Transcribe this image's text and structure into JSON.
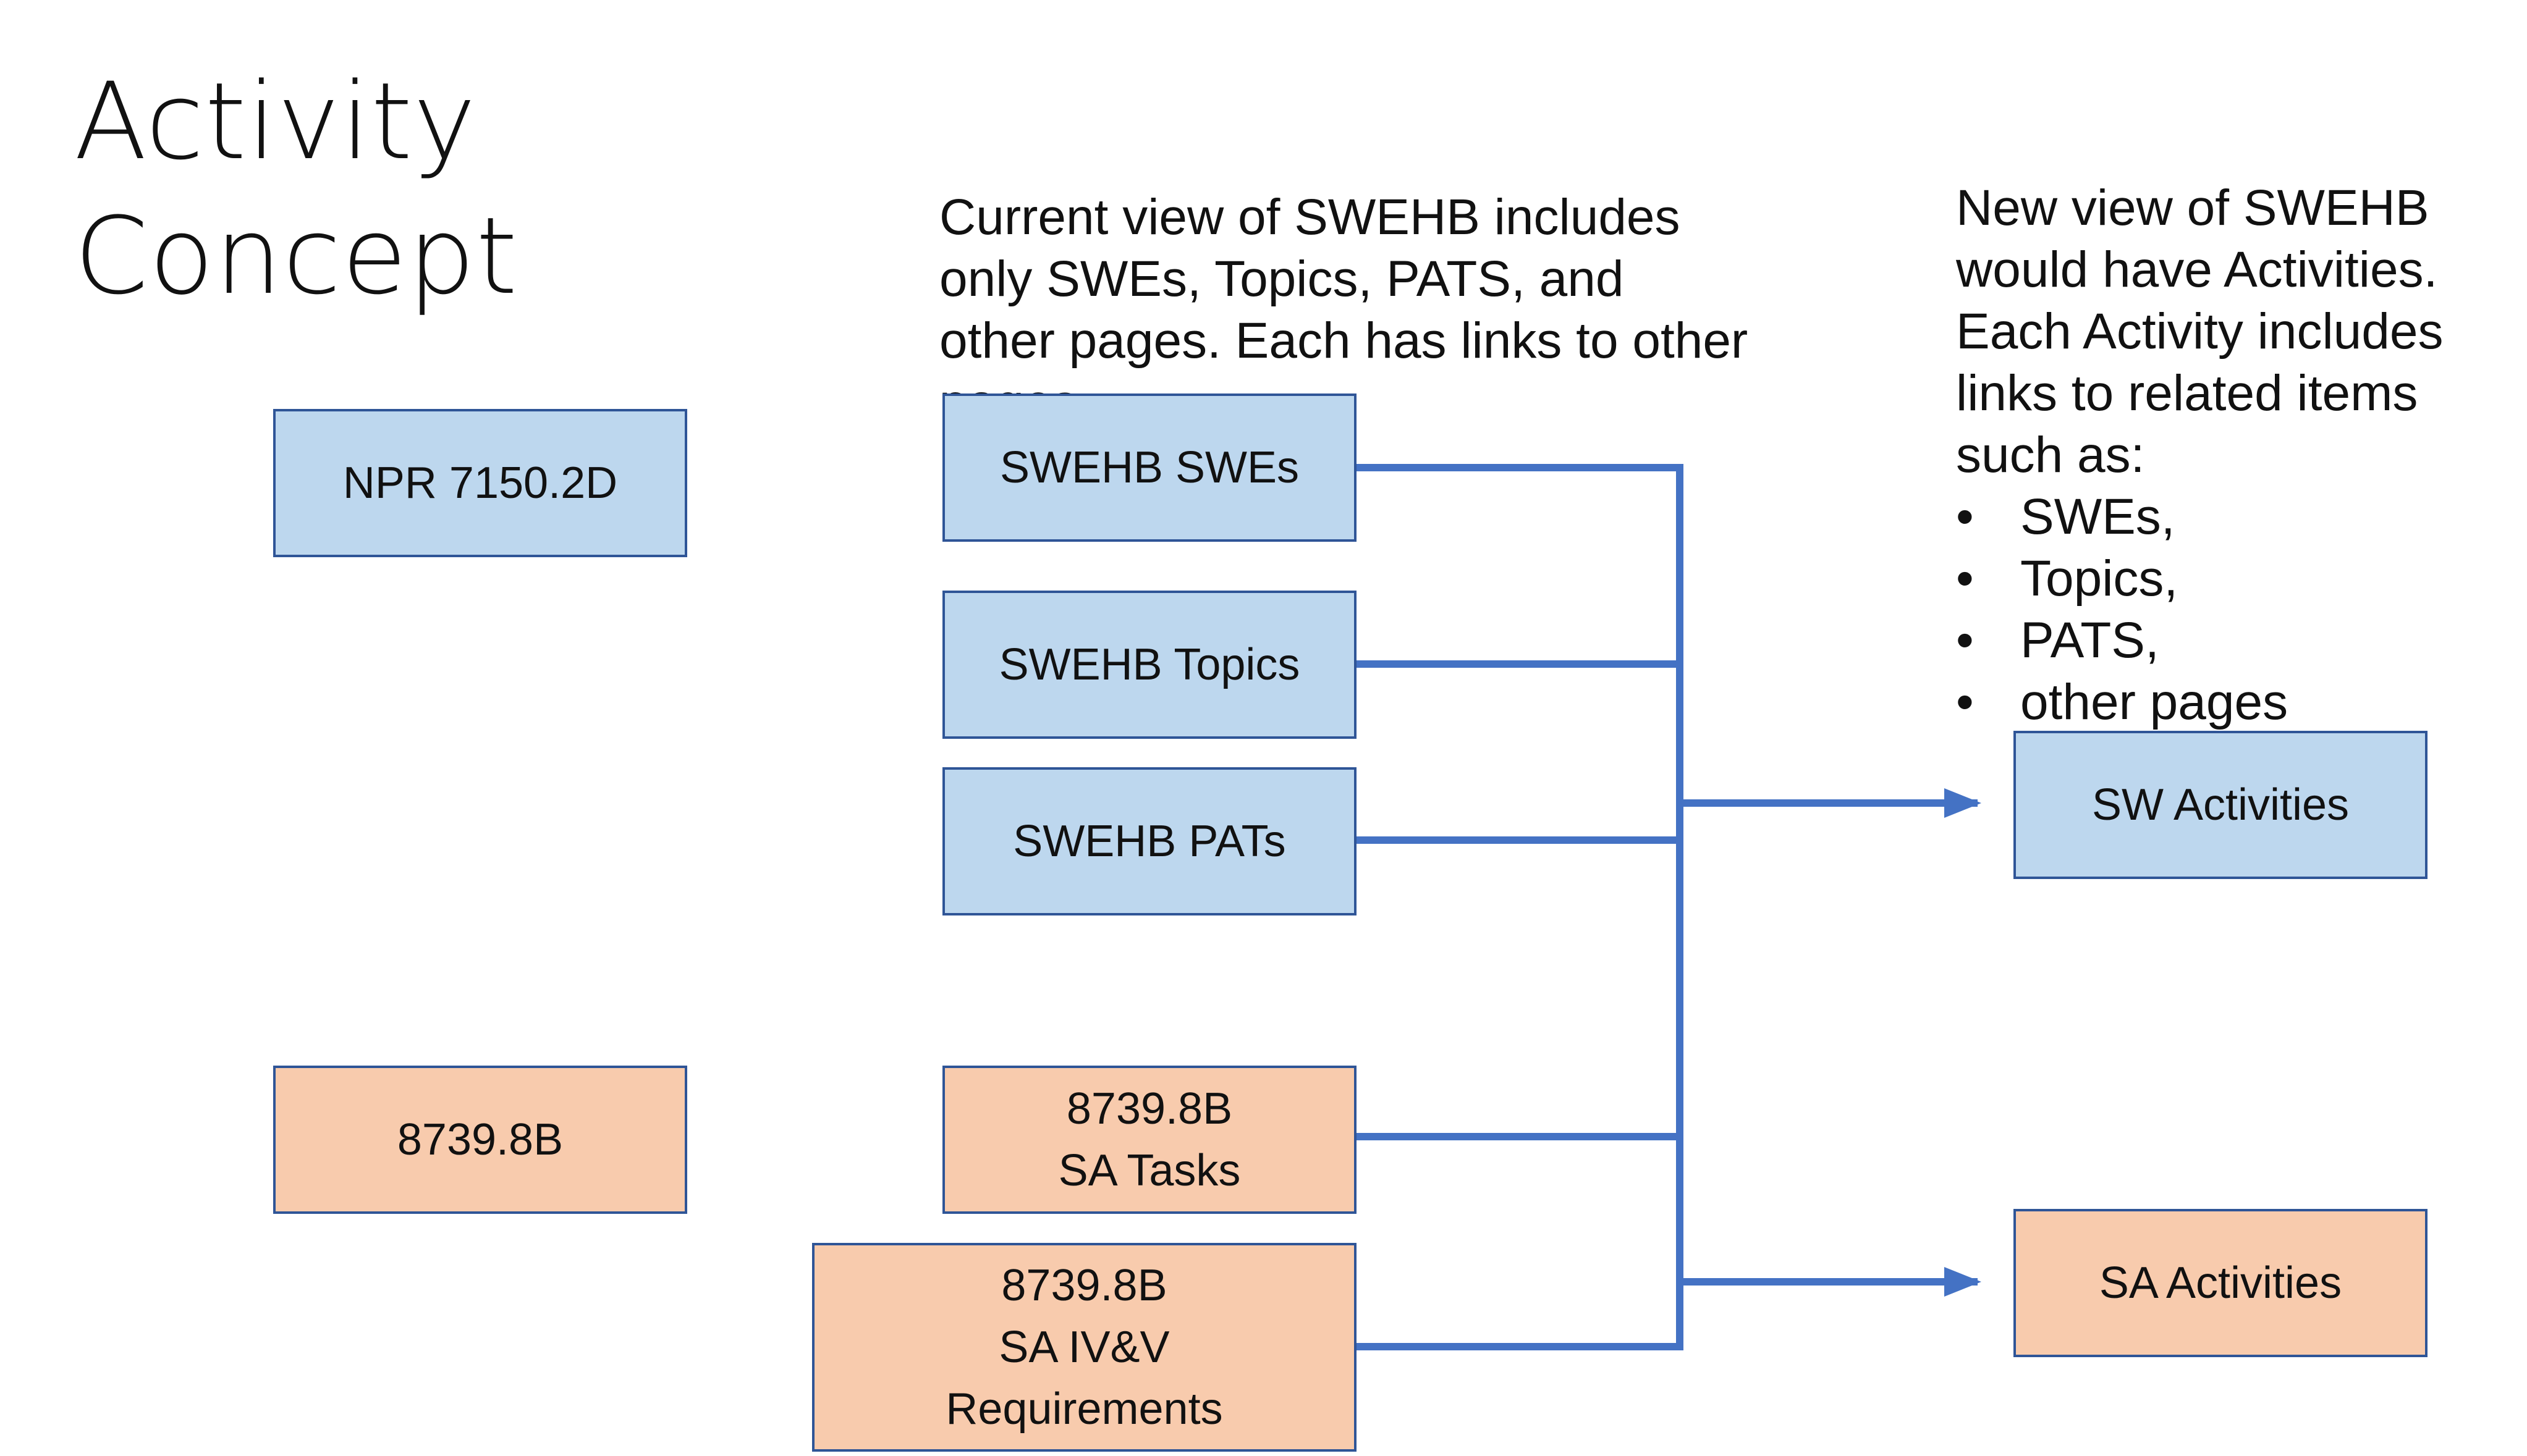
{
  "title": {
    "line1": "Activity",
    "line2": "Concept"
  },
  "current_note": {
    "lines": [
      "Current view of SWEHB includes",
      "only SWEs, Topics, PATS, and",
      "other pages. Each has links to other",
      "pages"
    ]
  },
  "new_note": {
    "lines": [
      "New  view of SWEHB",
      "would have Activities.",
      "Each Activity includes",
      "links to related items",
      "such as:"
    ],
    "bullets": [
      "SWEs,",
      "Topics,",
      "PATS,",
      "other pages"
    ]
  },
  "boxes": {
    "npr": "NPR 7150.2D",
    "swehb_swes": "SWEHB SWEs",
    "swehb_topics": "SWEHB Topics",
    "swehb_pats": "SWEHB PATs",
    "sw_activities": "SW Activities",
    "std_8739": "8739.8B",
    "sa_tasks": {
      "line1": "8739.8B",
      "line2": "SA Tasks"
    },
    "sa_ivv": {
      "line1": "8739.8B",
      "line2": "SA IV&V",
      "line3": "Requirements"
    },
    "sa_activities": "SA Activities"
  },
  "colors": {
    "blue_fill": "#BDD7EE",
    "orange_fill": "#F8CBAD",
    "box_border": "#2F5597",
    "connector": "#4472C4"
  }
}
